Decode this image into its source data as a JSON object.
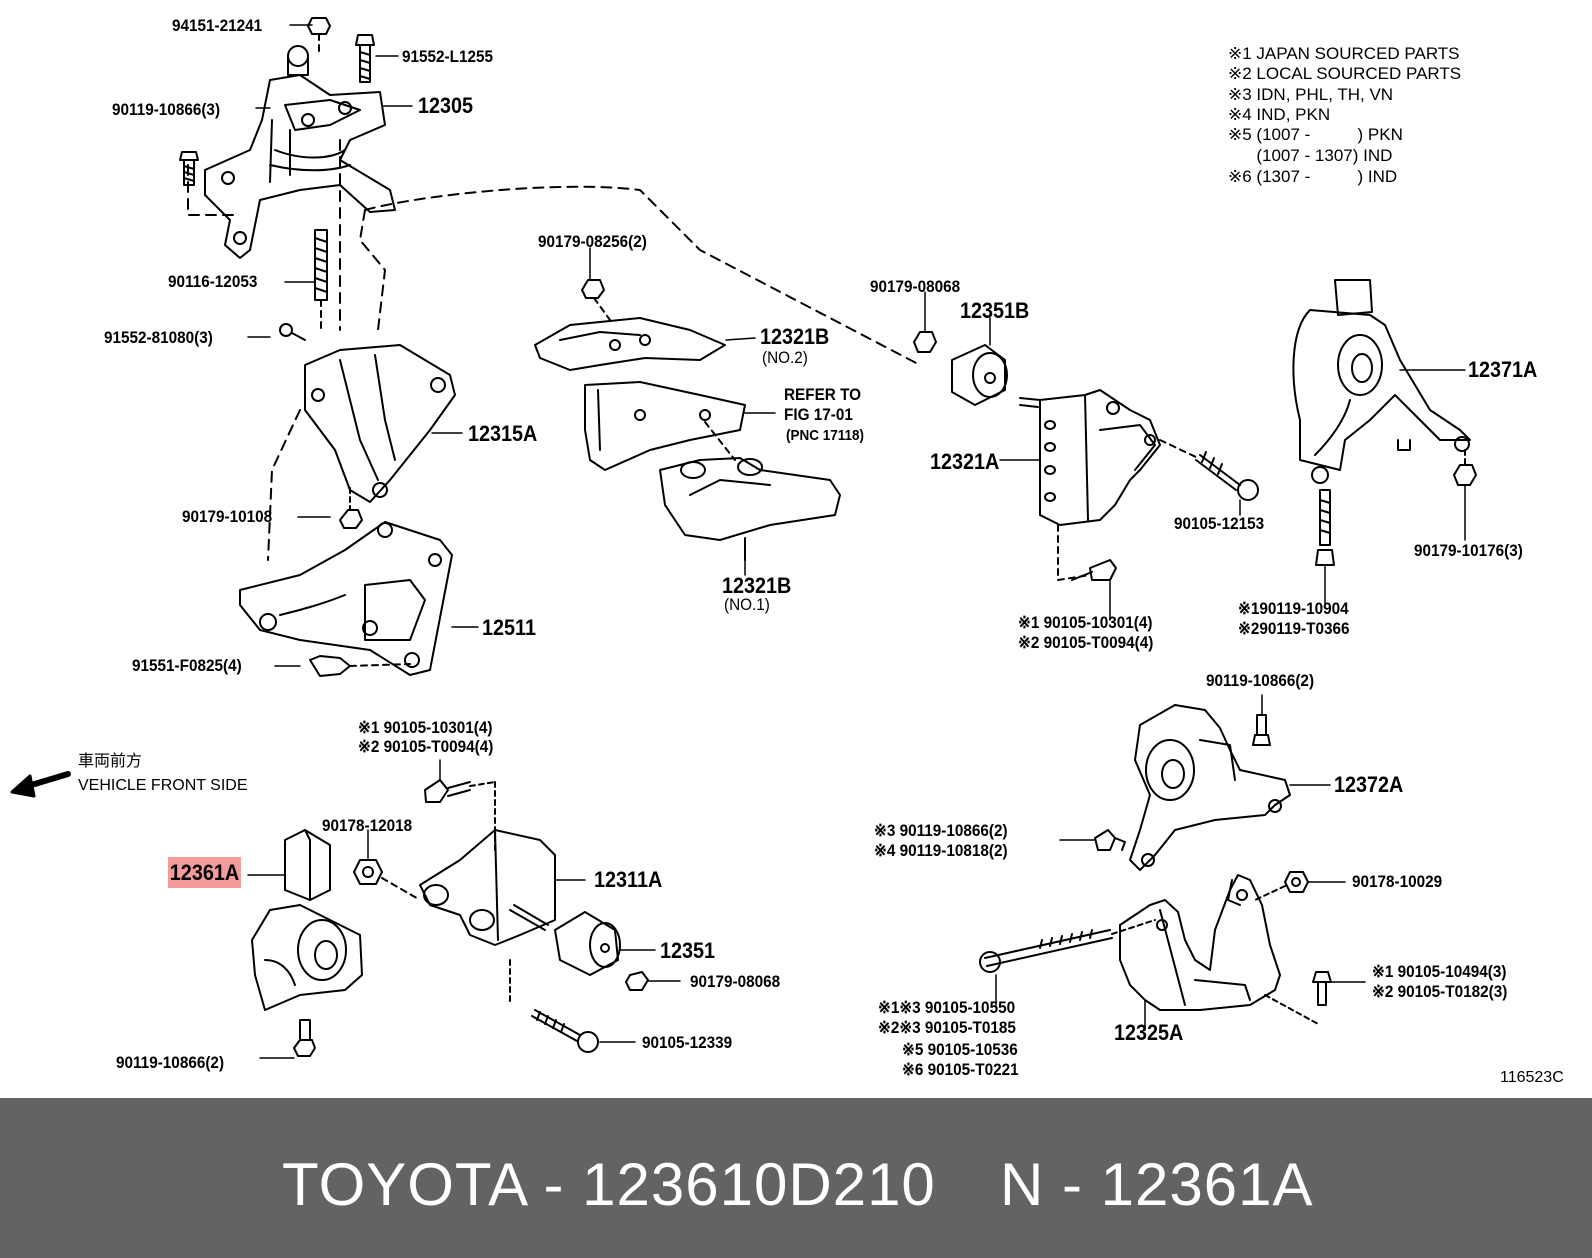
{
  "notes": [
    "※1 JAPAN SOURCED PARTS",
    "※2 LOCAL SOURCED PARTS",
    "※3 IDN, PHL, TH, VN",
    "※4 IND, PKN",
    "※5 (1007 -          ) PKN",
    "      (1007 - 1307) IND",
    "※6 (1307 -          ) IND"
  ],
  "labels": {
    "p94151": "94151-21241",
    "p91552l": "91552-L1255",
    "p90119a": "90119-10866(3)",
    "p12305": "12305",
    "p90116": "90116-12053",
    "p91552": "91552-81080(3)",
    "p12315a": "12315A",
    "p90179_10108": "90179-10108",
    "p12511": "12511",
    "p91551": "91551-F0825(4)",
    "p90179_08256": "90179-08256(2)",
    "p12321b_2": "12321B",
    "no2": "(NO.2)",
    "refer1": "REFER TO",
    "refer2": "FIG 17-01",
    "refer3": "(PNC 17118)",
    "p12321b_1": "12321B",
    "no1": "(NO.1)",
    "p90179_08068a": "90179-08068",
    "p12351b": "12351B",
    "p12321a": "12321A",
    "p90105_12153": "90105-12153",
    "p_s1_10301a": "※1  90105-10301(4)",
    "p_s2_t0094a": "※2  90105-T0094(4)",
    "p12371a": "12371A",
    "p90179_10176": "90179-10176(3)",
    "p_s1_10904": "※190119-10904",
    "p_s2_t0366": "※290119-T0366",
    "p_s1_10301b": "※1  90105-10301(4)",
    "p_s2_t0094b": "※2  90105-T0094(4)",
    "jp_front": "車両前方",
    "vehicle_front": "VEHICLE FRONT SIDE",
    "p90178_12018": "90178-12018",
    "p12361a": "12361A",
    "p12311a": "12311A",
    "p12351": "12351",
    "p90179_08068b": "90179-08068",
    "p90105_12339": "90105-12339",
    "p90119_10866_2a": "90119-10866(2)",
    "p90119_10866_2b": "90119-10866(2)",
    "p12372a": "12372A",
    "p_s3_10866": "※3  90119-10866(2)",
    "p_s4_10818": "※4  90119-10818(2)",
    "p90178_10029": "90178-10029",
    "p_s1_10494": "※1 90105-10494(3)",
    "p_s2_t0182": "※2 90105-T0182(3)",
    "p12325a": "12325A",
    "p_s13_10550": "※1※3 90105-10550",
    "p_s23_t0185": "※2※3 90105-T0185",
    "p_s5_10536": "※5 90105-10536",
    "p_s6_t0221": "※6 90105-T0221",
    "fig_id": "116523C"
  },
  "footer": {
    "left": "TOYOTA - 123610D210",
    "right": "N - 12361A"
  },
  "colors": {
    "highlight": "#f49b9b",
    "footer_bg": "#636363",
    "footer_text": "#ffffff",
    "line": "#000000"
  }
}
